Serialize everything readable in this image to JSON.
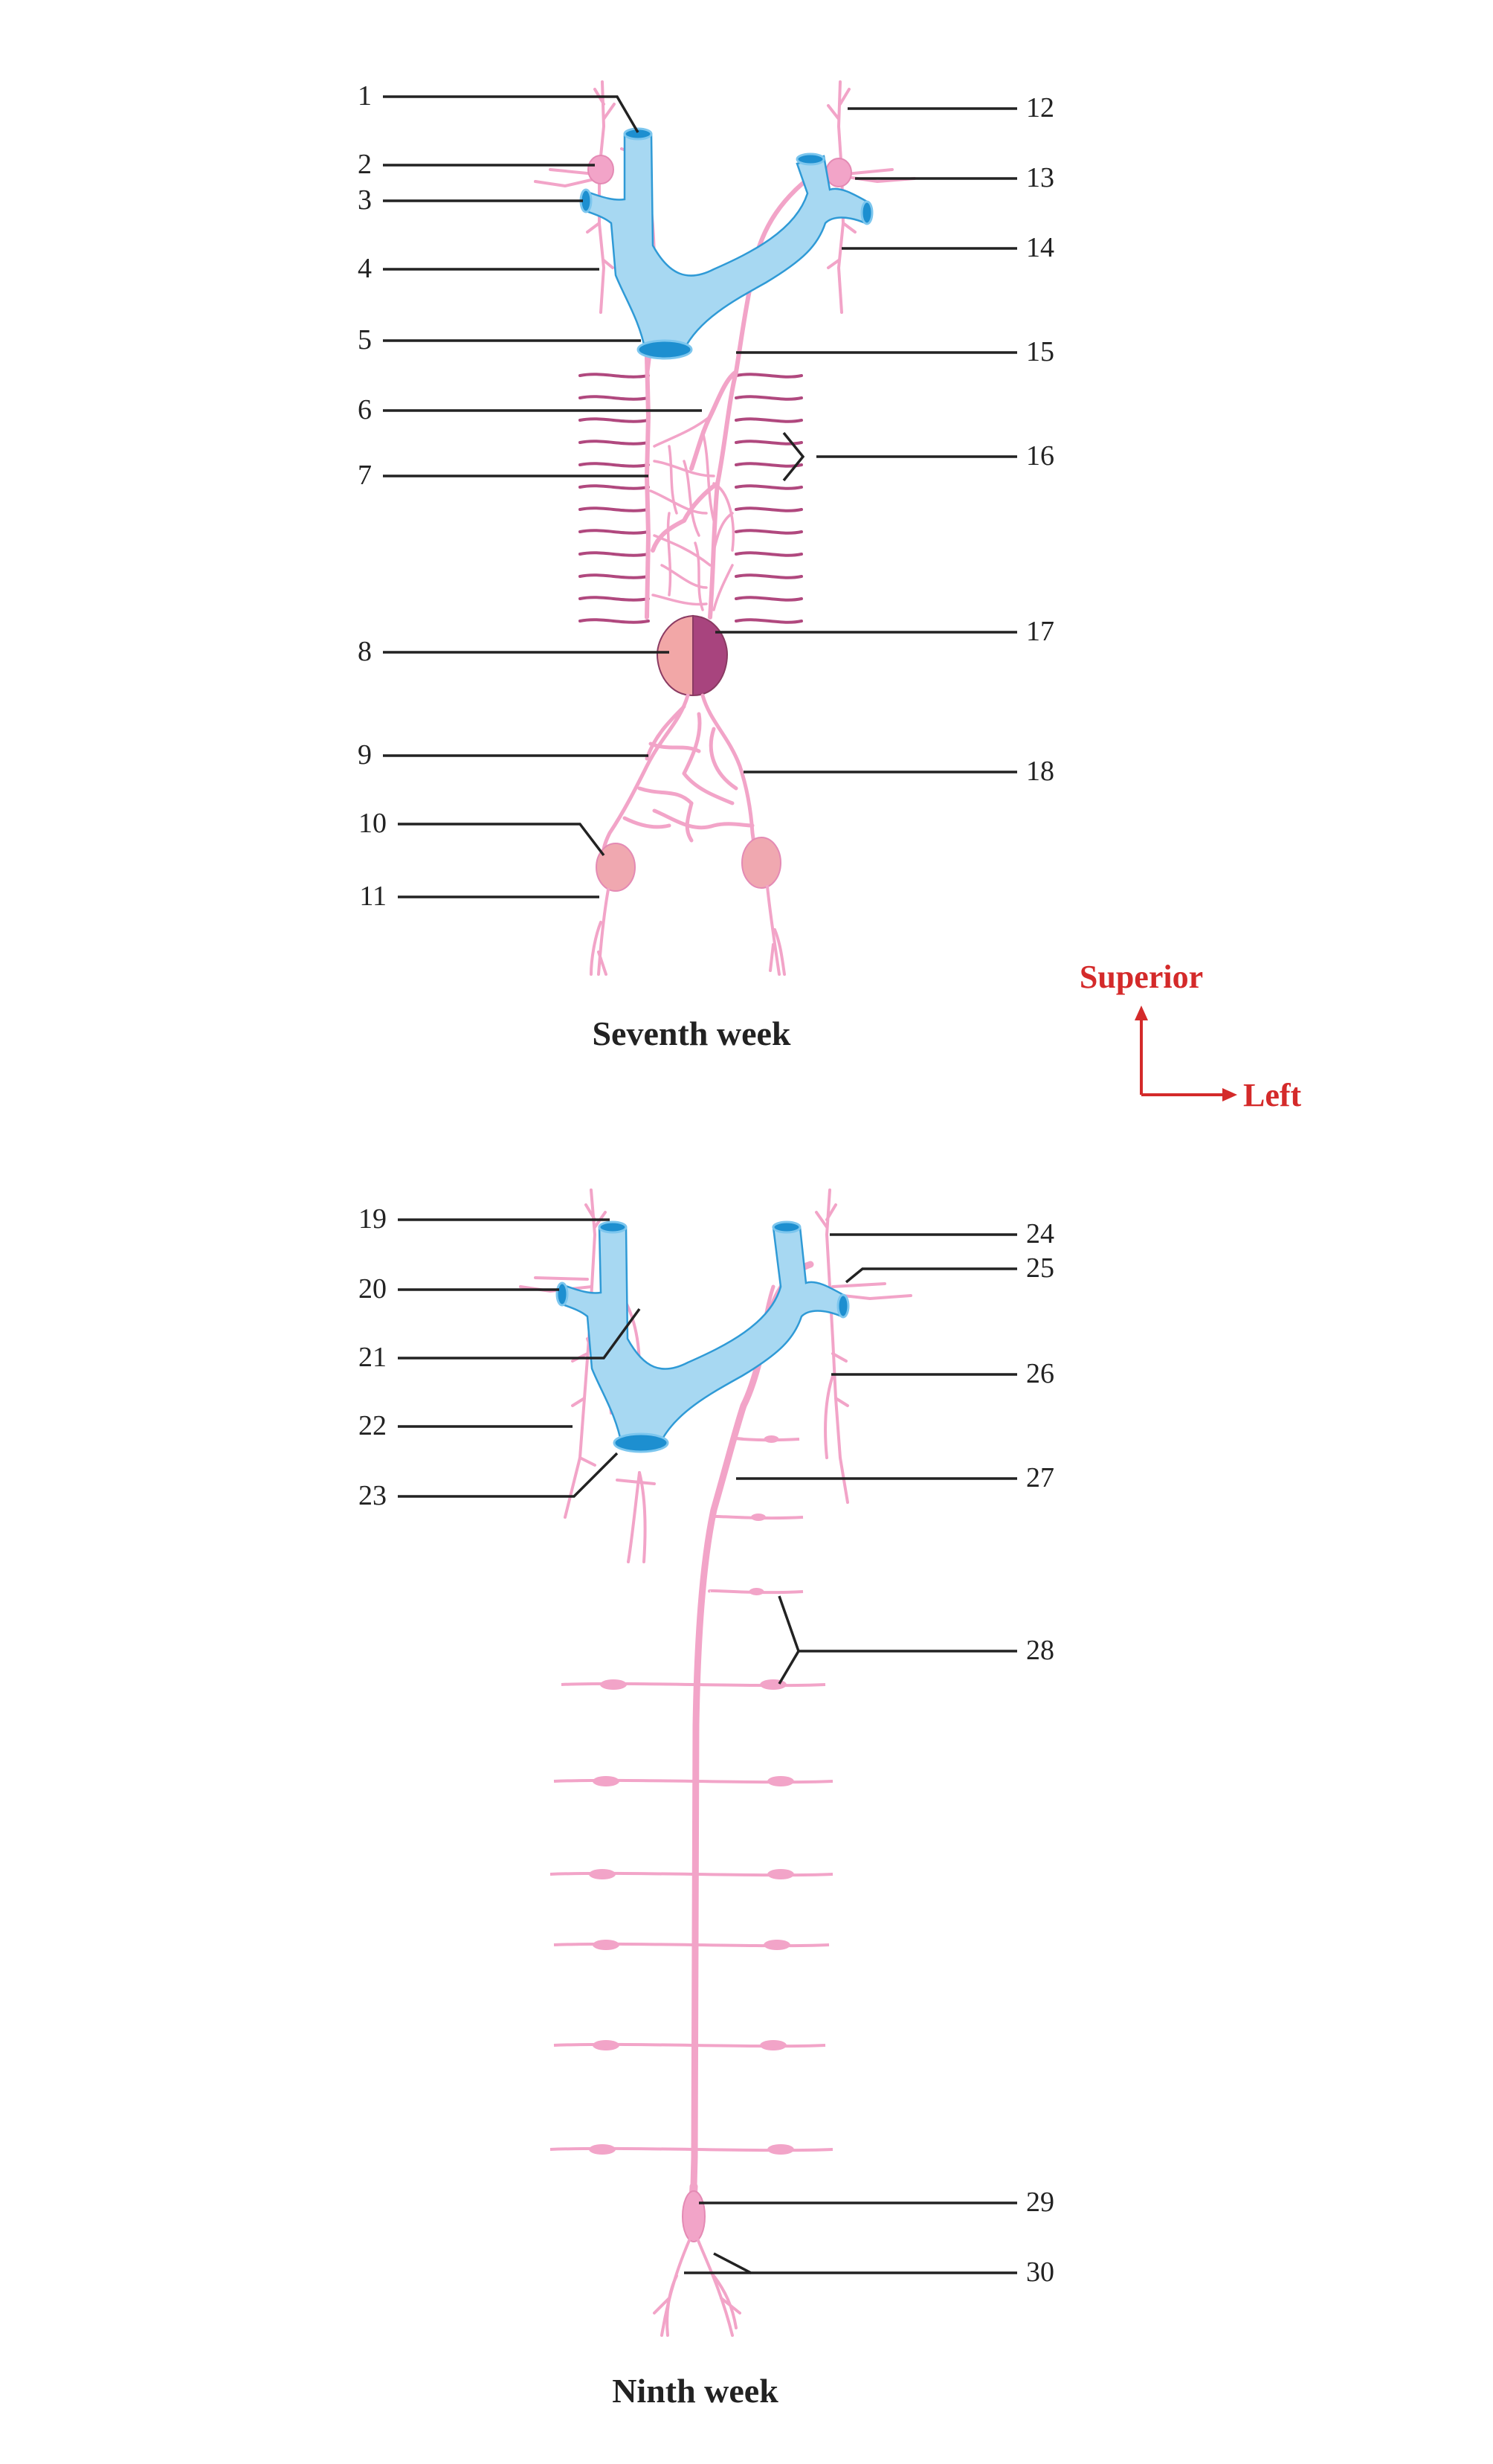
{
  "colors": {
    "lymph_vessel": "#f2a4c8",
    "lymph_vessel_dark": "#e48ab4",
    "vein_fill": "#a7d8f2",
    "vein_stroke": "#2f9ad6",
    "vein_lumen": "#1d8fd0",
    "intercostal": "#b0487e",
    "cisterna_right": "#f2a7a7",
    "cisterna_left": "#a8447e",
    "sac": "#f0a8b0",
    "leader": "#222222",
    "orientation": "#d42a2a"
  },
  "panels": [
    {
      "caption": "Seventh week",
      "left_labels": [
        "1",
        "2",
        "3",
        "4",
        "5",
        "6",
        "7",
        "8",
        "9",
        "10",
        "11"
      ],
      "right_labels": [
        "12",
        "13",
        "14",
        "15",
        "16",
        "17",
        "18"
      ]
    },
    {
      "caption": "Ninth week",
      "left_labels": [
        "19",
        "20",
        "21",
        "22",
        "23"
      ],
      "right_labels": [
        "24",
        "25",
        "26",
        "27",
        "28",
        "29",
        "30"
      ]
    }
  ],
  "orientation": {
    "up_label": "Superior",
    "right_label": "Left",
    "up_icon": "arrow-up-icon",
    "right_icon": "arrow-right-icon"
  }
}
